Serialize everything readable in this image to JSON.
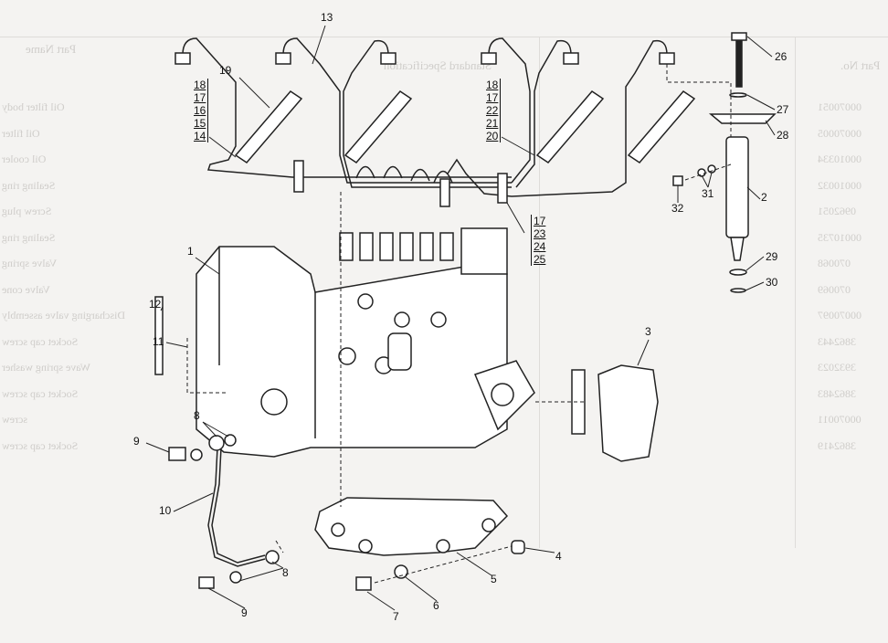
{
  "diagram": {
    "callouts": [
      "1",
      "2",
      "3",
      "4",
      "5",
      "6",
      "7",
      "8",
      "9",
      "10",
      "11",
      "12",
      "13",
      "19",
      "26",
      "27",
      "28",
      "29",
      "30",
      "31",
      "32",
      "8",
      "9"
    ],
    "stack_left": [
      "18",
      "17",
      "16",
      "15",
      "14"
    ],
    "stack_mid": [
      "18",
      "17",
      "22",
      "21",
      "20"
    ],
    "stack_low": [
      "17",
      "23",
      "24",
      "25"
    ]
  },
  "bleed_through": {
    "headers": [
      "Part Name",
      "Standard Specification",
      "Part No."
    ],
    "part_names": [
      "Oil filter body",
      "Oil filter",
      "Oil cooler",
      "Sealing ring",
      "Screw plug",
      "Sealing ring",
      "Valve spring",
      "Valve cone",
      "Discharging valve assembly",
      "Socket cap screw",
      "Wave spring washer",
      "Socket cap screw",
      "screw",
      "Socket cap screw"
    ],
    "part_numbers": [
      "00070051",
      "00070005",
      "00010334",
      "00010032",
      "0962051",
      "00010735",
      "070068",
      "070069",
      "00070097",
      "3862443",
      "3932023",
      "3862483",
      "00070011",
      "3862419"
    ]
  }
}
